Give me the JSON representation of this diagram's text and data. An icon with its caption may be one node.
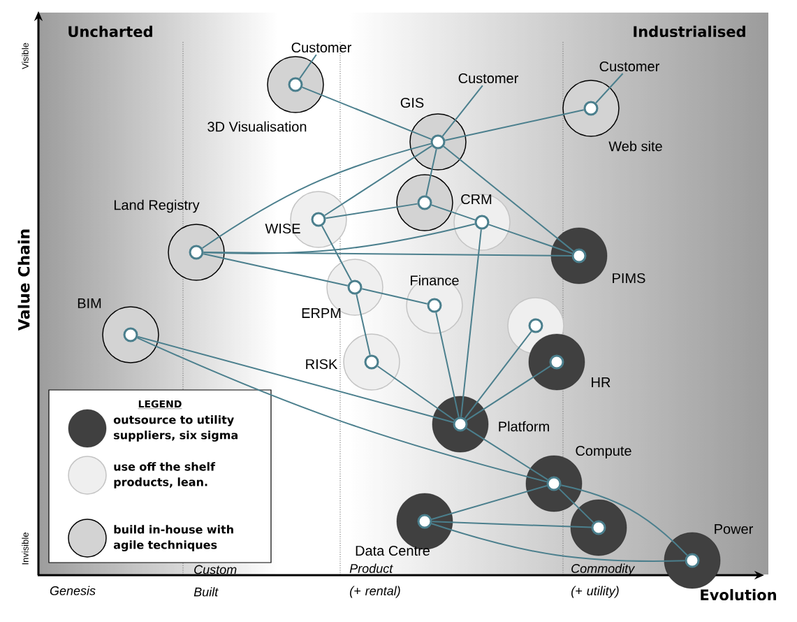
{
  "diagram": {
    "nodes": [
      {
        "text": [
          "Customer"
        ]
      },
      {
        "text": [
          "3D Visualisation"
        ]
      },
      {
        "text": [
          "Customer"
        ]
      },
      {
        "text": [
          "GIS"
        ]
      },
      {
        "text": [
          "Customer"
        ]
      },
      {
        "text": [
          "Web site"
        ]
      },
      {
        "text": [],
        "shape": "circle"
      },
      {
        "text": [
          "CRM"
        ]
      },
      {
        "text": [
          "WISE"
        ]
      },
      {
        "text": [
          "Land Registry"
        ]
      },
      {
        "text": [
          "PIMS"
        ]
      },
      {
        "text": [
          "ERPM"
        ]
      },
      {
        "text": [
          "Finance"
        ]
      },
      {
        "text": [
          "BIM"
        ]
      },
      {
        "text": [],
        "shape": "circle"
      },
      {
        "text": [
          "HR"
        ]
      },
      {
        "text": [
          "RISK"
        ]
      },
      {
        "text": [
          "Platform"
        ]
      },
      {
        "text": [
          "Compute"
        ]
      },
      {
        "text": [
          "Data Centre"
        ]
      },
      {
        "text": [],
        "shape": "circle"
      },
      {
        "text": [
          "Power"
        ]
      }
    ],
    "edges": [
      {
        "from": 1,
        "to": 0,
        "arrow": "none"
      },
      {
        "from": 3,
        "to": 2,
        "arrow": "none"
      },
      {
        "from": 5,
        "to": 4,
        "arrow": "none"
      },
      {
        "from": 1,
        "to": 3,
        "arrow": "none"
      },
      {
        "from": 3,
        "to": 5,
        "arrow": "none"
      },
      {
        "from": 3,
        "to": 9,
        "arrow": "none"
      },
      {
        "from": 3,
        "to": 8,
        "arrow": "none"
      },
      {
        "from": 3,
        "to": 6,
        "arrow": "none"
      },
      {
        "from": 3,
        "to": 10,
        "arrow": "none"
      },
      {
        "from": 8,
        "to": 6,
        "arrow": "none"
      },
      {
        "from": 6,
        "to": 7,
        "arrow": "none"
      },
      {
        "from": 9,
        "to": 7,
        "arrow": "none"
      },
      {
        "from": 9,
        "to": 10,
        "arrow": "none"
      },
      {
        "from": 9,
        "to": 11,
        "arrow": "none"
      },
      {
        "from": 7,
        "to": 10,
        "arrow": "none"
      },
      {
        "from": 8,
        "to": 11,
        "arrow": "none"
      },
      {
        "from": 11,
        "to": 12,
        "arrow": "none"
      },
      {
        "from": 11,
        "to": 16,
        "arrow": "none"
      },
      {
        "from": 7,
        "to": 17,
        "arrow": "none"
      },
      {
        "from": 12,
        "to": 17,
        "arrow": "none"
      },
      {
        "from": 16,
        "to": 17,
        "arrow": "none"
      },
      {
        "from": 14,
        "to": 17,
        "arrow": "none"
      },
      {
        "from": 15,
        "to": 17,
        "arrow": "none"
      },
      {
        "from": 13,
        "to": 17,
        "arrow": "none"
      },
      {
        "from": 13,
        "to": 18,
        "arrow": "none"
      },
      {
        "from": 17,
        "to": 18,
        "arrow": "none"
      },
      {
        "from": 18,
        "to": 19,
        "arrow": "none"
      },
      {
        "from": 18,
        "to": 20,
        "arrow": "none"
      },
      {
        "from": 18,
        "to": 21,
        "arrow": "none"
      },
      {
        "from": 19,
        "to": 20,
        "arrow": "none"
      },
      {
        "from": 19,
        "to": 21,
        "arrow": "none"
      }
    ],
    "labels": [
      "Uncharted",
      "Industrialised",
      "Visible",
      "Invisible",
      "Value Chain",
      "Genesis",
      "Custom Built",
      "Product (+ rental)",
      "Commodity (+ utility)",
      "Evolution",
      "LEGEND"
    ],
    "legend": [
      {
        "text": "outsource to utility suppliers, six sigma"
      },
      {
        "text": "use off the shelf products, lean."
      },
      {
        "text": "build in-house with agile techniques"
      }
    ]
  }
}
